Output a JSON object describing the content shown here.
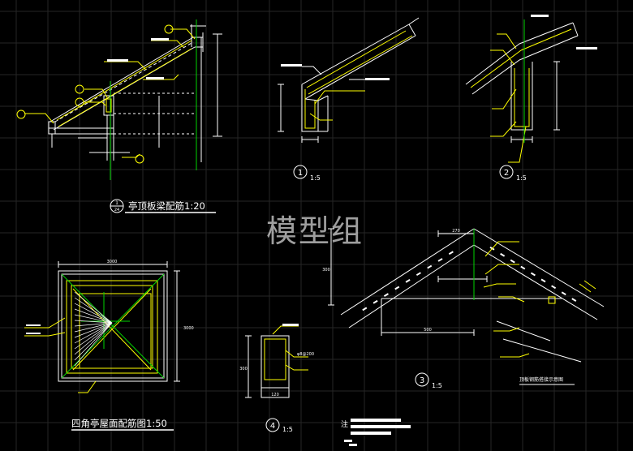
{
  "colors": {
    "background": "#000000",
    "grid": "#262626",
    "white": "#ffffff",
    "yellow": "#ffff00",
    "green": "#00d400"
  },
  "watermark": "模型组",
  "drawings": {
    "beam_elevation": {
      "title": "亭顶板梁配筋1:20",
      "marker_top": "1",
      "marker_bottom": "24"
    },
    "section_1": {
      "number": "1",
      "scale": "1:5",
      "note": ""
    },
    "section_2": {
      "number": "2",
      "scale": "1:5"
    },
    "plan": {
      "title": "四角亭屋面配筋图1:50",
      "dim_width": "3000",
      "dim_height": "3000"
    },
    "section_3": {
      "number": "3",
      "scale": "1:5",
      "caption": "顶板钢筋搭接示意图",
      "dim_top": "270",
      "dim_mid": "500",
      "dim_left": "300"
    },
    "section_4": {
      "number": "4",
      "scale": "1:5",
      "dim_bottom": "120",
      "dim_left": "300",
      "note_a": "φ8@200"
    },
    "notes": {
      "label": "注"
    }
  }
}
